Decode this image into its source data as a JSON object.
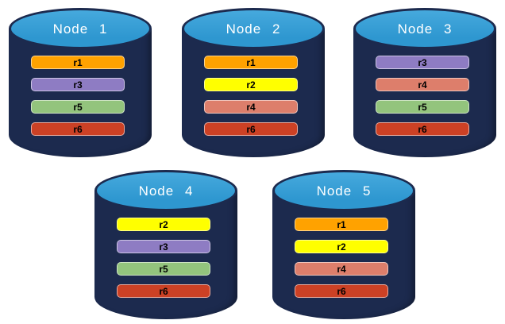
{
  "diagram": {
    "background_color": "#ffffff",
    "cylinder_body_color": "#1C2A4E",
    "cylinder_top_color": "#2E97D0",
    "title_text_color": "#ffffff",
    "bar_text_color": "#000000"
  },
  "nodes": [
    {
      "title": "Node 1",
      "rows": [
        {
          "label": "r1",
          "color": "#FFA200"
        },
        {
          "label": "r3",
          "color": "#8E7CC3"
        },
        {
          "label": "r5",
          "color": "#93C47D"
        },
        {
          "label": "r6",
          "color": "#CC4125"
        }
      ]
    },
    {
      "title": "Node 2",
      "rows": [
        {
          "label": "r1",
          "color": "#FFA200"
        },
        {
          "label": "r2",
          "color": "#FFFF00"
        },
        {
          "label": "r4",
          "color": "#DD7E6B"
        },
        {
          "label": "r6",
          "color": "#CC4125"
        }
      ]
    },
    {
      "title": "Node 3",
      "rows": [
        {
          "label": "r3",
          "color": "#8E7CC3"
        },
        {
          "label": "r4",
          "color": "#DD7E6B"
        },
        {
          "label": "r5",
          "color": "#93C47D"
        },
        {
          "label": "r6",
          "color": "#CC4125"
        }
      ]
    },
    {
      "title": "Node 4",
      "rows": [
        {
          "label": "r2",
          "color": "#FFFF00"
        },
        {
          "label": "r3",
          "color": "#8E7CC3"
        },
        {
          "label": "r5",
          "color": "#93C47D"
        },
        {
          "label": "r6",
          "color": "#CC4125"
        }
      ]
    },
    {
      "title": "Node 5",
      "rows": [
        {
          "label": "r1",
          "color": "#FFA200"
        },
        {
          "label": "r2",
          "color": "#FFFF00"
        },
        {
          "label": "r4",
          "color": "#DD7E6B"
        },
        {
          "label": "r6",
          "color": "#CC4125"
        }
      ]
    }
  ]
}
